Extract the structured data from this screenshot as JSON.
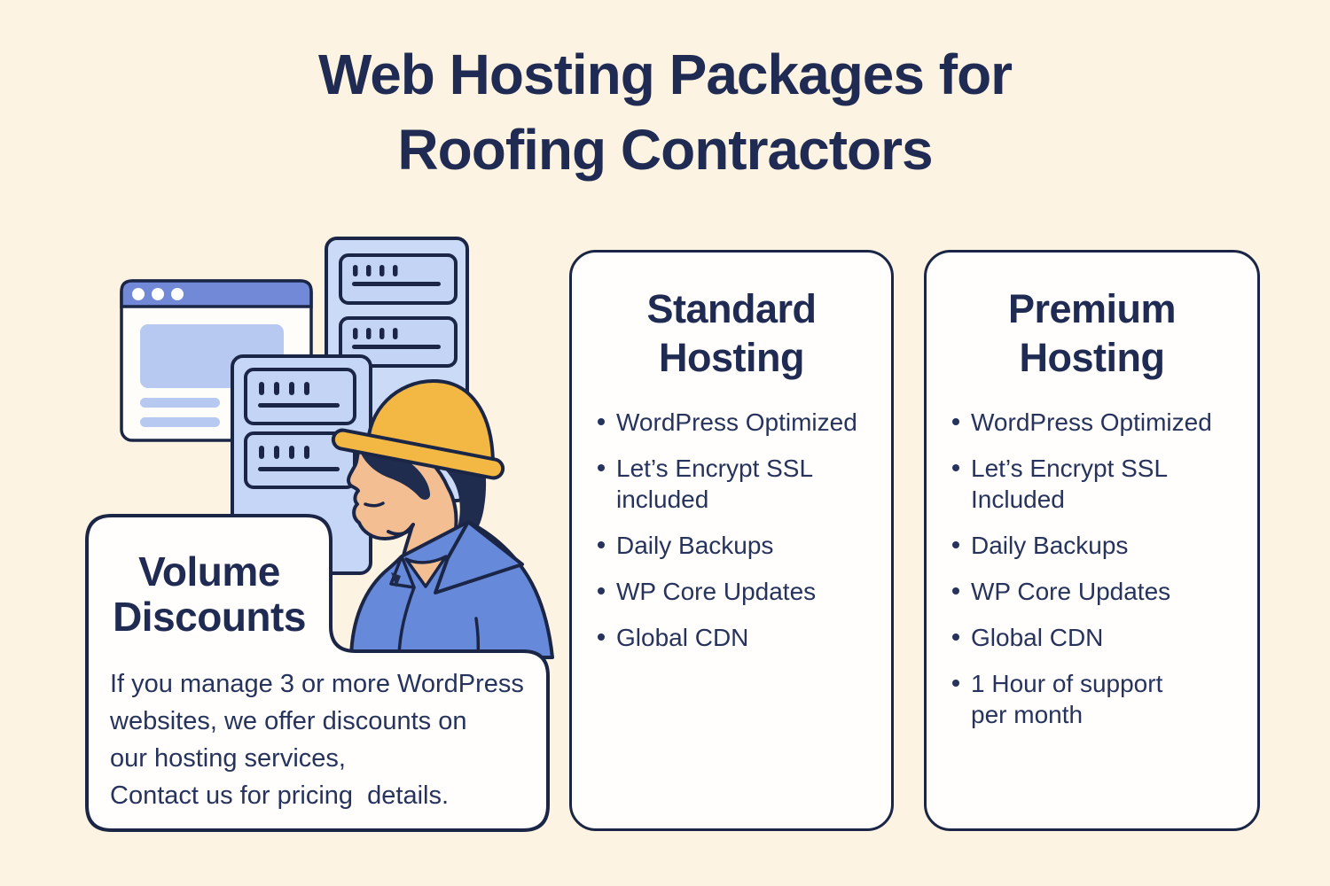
{
  "header": {
    "title": "Web Hosting Packages for\nRoofing Contractors"
  },
  "volume_discounts": {
    "title": "Volume\nDiscounts",
    "body": "If you manage 3 or more WordPress\nwebsites, we offer discounts on\nour hosting services,\nContact us for pricing  details."
  },
  "cards": [
    {
      "title": "Standard\nHosting",
      "features": [
        "WordPress Optimized",
        "Let’s Encrypt SSL\nincluded",
        "Daily Backups",
        "WP Core Updates",
        "Global CDN"
      ]
    },
    {
      "title": "Premium\nHosting",
      "features": [
        "WordPress Optimized",
        "Let’s Encrypt SSL\nIncluded",
        "Daily Backups",
        "WP Core Updates",
        "Global CDN",
        "1 Hour of support\nper month"
      ]
    }
  ],
  "illustration": {
    "icons": [
      "browser-window-icon",
      "server-rack-back-icon",
      "server-rack-front-icon",
      "construction-worker-icon",
      "speech-bubble"
    ]
  },
  "colors": {
    "background": "#fdf3e2",
    "heading_navy": "#1f2b52",
    "body_navy": "#26335d",
    "outline_navy": "#1b2647",
    "card_background": "#fffefc",
    "browser_bar_blue": "#7289d8",
    "light_blue_fill": "#b7c9f1",
    "rack_blue": "#cbdaf6",
    "shirt_blue": "#6689da",
    "hat_yellow": "#f3b843",
    "skin": "#f3bf92"
  }
}
